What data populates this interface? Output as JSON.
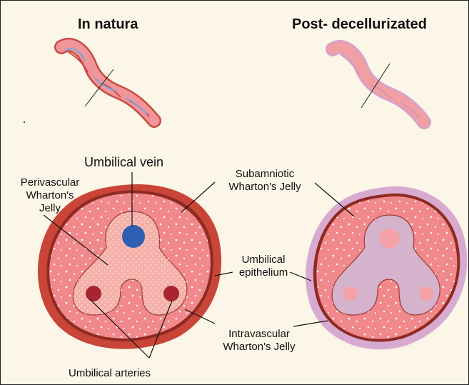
{
  "titles": {
    "left": "In natura",
    "right": "Post- decellurizated"
  },
  "labels": {
    "umbilical_vein": "Umbilical vein",
    "perivascular_1": "Perivascular",
    "perivascular_2": "Wharton's",
    "perivascular_3": "Jelly",
    "subamniotic_1": "Subamniotic",
    "subamniotic_2": "Wharton's Jelly",
    "epithelium_1": "Umbilical",
    "epithelium_2": "epithelium",
    "intravascular_1": "Intravascular",
    "intravascular_2": "Wharton's Jelly",
    "arteries": "Umbilical arteries"
  },
  "colors": {
    "background": "#fbf6e7",
    "tissue": "#f0888c",
    "epithelium_outer": "#c84538",
    "border_dark": "#8e2a22",
    "perivascular": "#f6b0aa",
    "vein": "#2f5fb0",
    "artery": "#a82430",
    "decell_membrane": "#d9aad0",
    "decell_inner": "#d6b3cc",
    "decell_vessel": "#f4a2a8"
  }
}
